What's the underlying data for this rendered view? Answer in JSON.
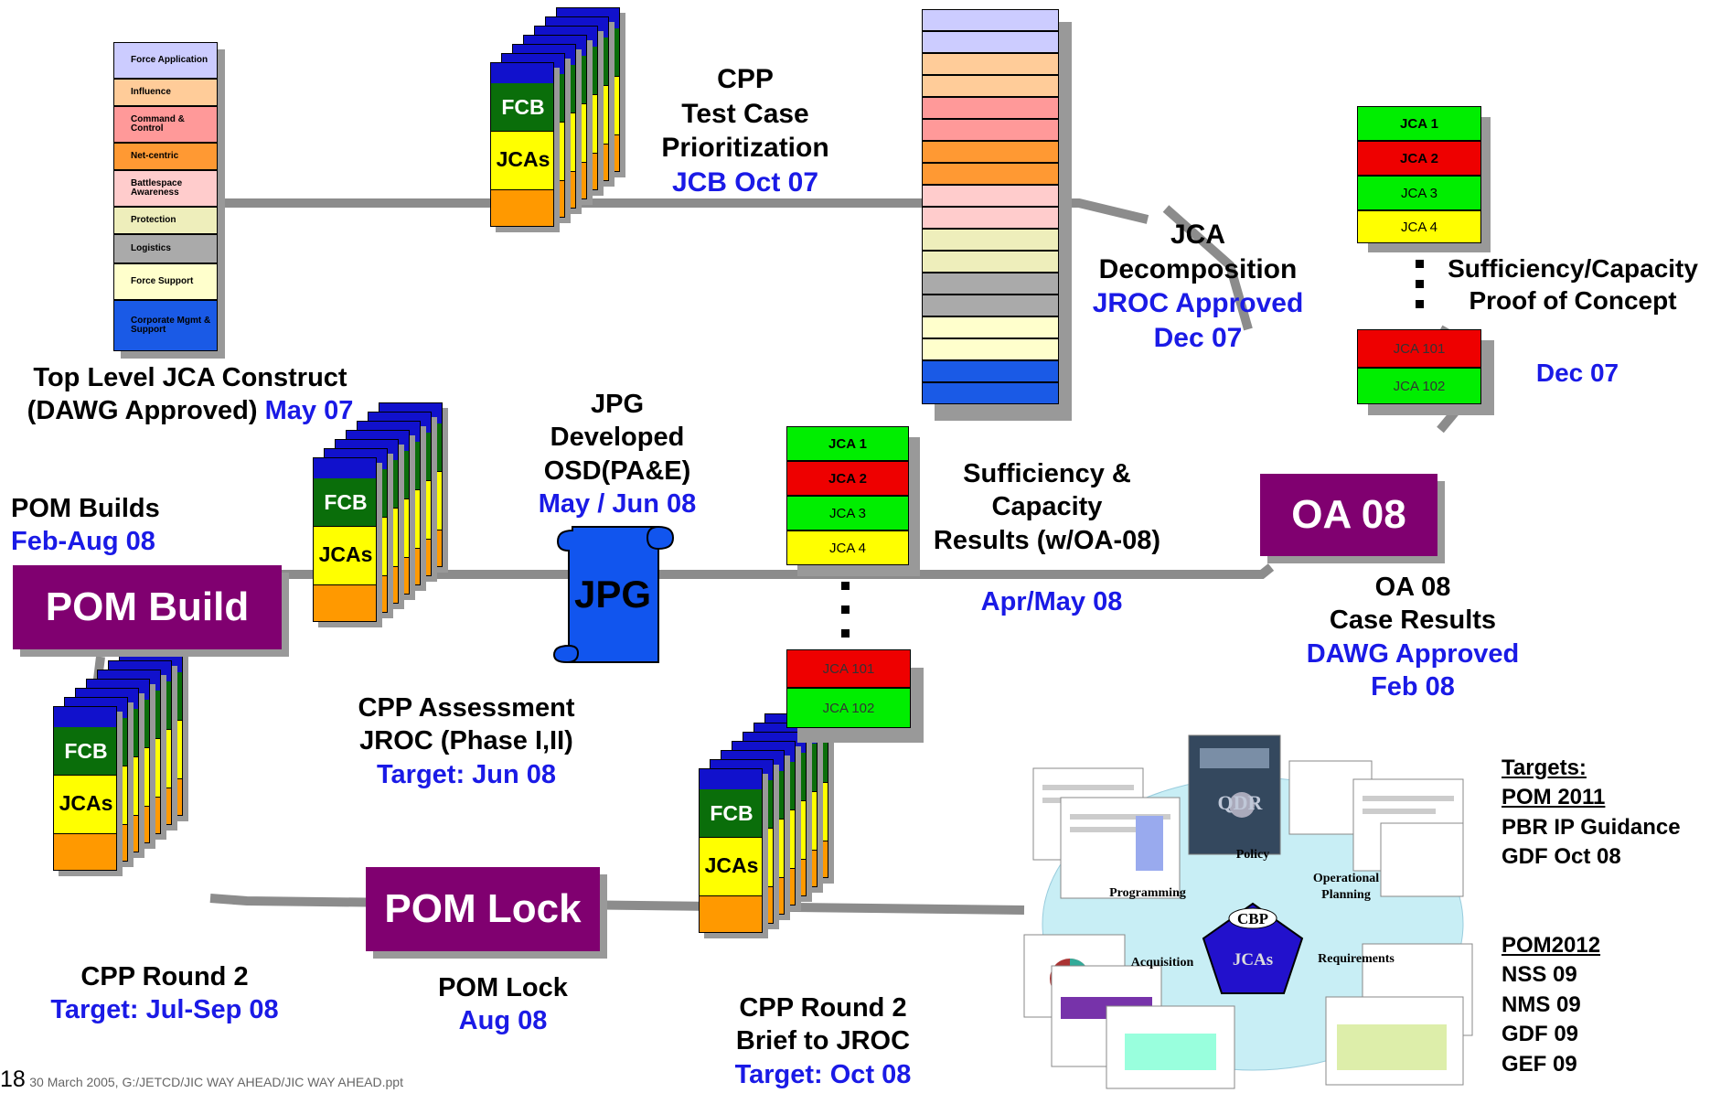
{
  "colors": {
    "blue_text": "#1a1ae6",
    "pill": "#800070",
    "line": "#8c8c8c",
    "fcb_green": "#0a6e0a",
    "jca_yellow": "#ffff00",
    "stack_blue": "#1111cc",
    "stack_orange": "#ff9900"
  },
  "top_level": {
    "items": [
      "Force Application",
      "Influence",
      "Command & Control",
      "Net-centric",
      "Battlespace Awareness",
      "Protection",
      "Logistics",
      "Force Support",
      "Corporate Mgmt & Support"
    ],
    "caption_line1": "Top Level JCA Construct",
    "caption_line2": "(DAWG Approved)",
    "caption_date": "May 07"
  },
  "cpp_test": {
    "l1": "CPP",
    "l2": "Test Case",
    "l3": "Prioritization",
    "date": "JCB Oct 07"
  },
  "stack_labels": {
    "fcb": "FCB",
    "jcas": "JCAs"
  },
  "jca_decomp": {
    "l1": "JCA",
    "l2": "Decomposition",
    "date1": "JROC Approved",
    "date2": "Dec 07"
  },
  "jca_list_top": {
    "items": [
      "JCA 1",
      "JCA 2",
      "JCA 3",
      "JCA 4"
    ],
    "bottom": [
      "JCA 101",
      "JCA 102"
    ]
  },
  "sufficiency_poc": {
    "l1": "Sufficiency/Capacity",
    "l2": "Proof of Concept",
    "date": "Dec 07"
  },
  "jpg": {
    "l1": "JPG",
    "l2": "Developed",
    "l3": "OSD(PA&E)",
    "date": "May / Jun 08",
    "scroll": "JPG"
  },
  "jca_list_mid": {
    "items": [
      "JCA 1",
      "JCA 2",
      "JCA 3",
      "JCA 4"
    ],
    "bottom": [
      "JCA 101",
      "JCA 102"
    ]
  },
  "sufficiency_results": {
    "l1": "Sufficiency &",
    "l2": "Capacity",
    "l3": "Results (w/OA-08)",
    "date": "Apr/May 08"
  },
  "oa08": {
    "pill": "OA 08",
    "l1": "OA 08",
    "l2": "Case Results",
    "date1": "DAWG Approved",
    "date2": "Feb 08"
  },
  "pom_builds": {
    "l1": "POM Builds",
    "date": "Feb-Aug 08",
    "pill": "POM Build"
  },
  "cpp_assessment": {
    "l1": "CPP Assessment",
    "l2": "JROC (Phase I,II)",
    "date": "Target:  Jun 08"
  },
  "cpp_round2_left": {
    "l1": "CPP Round 2",
    "date": "Target:  Jul-Sep 08"
  },
  "pom_lock": {
    "pill": "POM Lock",
    "l1": "POM Lock",
    "date": "Aug 08"
  },
  "cpp_round2_brief": {
    "l1": "CPP Round 2",
    "l2": "Brief to JROC",
    "date": "Target:  Oct 08"
  },
  "cbp": {
    "center": "CBP",
    "jcas": "JCAs",
    "policy": "Policy",
    "operational": "Operational",
    "planning": "Planning",
    "programming": "Programming",
    "acquisition": "Acquisition",
    "requirements": "Requirements",
    "qdr": "QDR"
  },
  "targets": {
    "head": "Targets:",
    "pom2011": "POM 2011",
    "t1": "PBR IP Guidance",
    "t2": "GDF Oct 08",
    "pom2012": "POM2012",
    "t3": "NSS 09",
    "t4": "NMS 09",
    "t5": "GDF 09",
    "t6": "GEF 09"
  },
  "footer": {
    "page": "18",
    "path": "30 March 2005, G:/JETCD/JIC WAY AHEAD/JIC WAY AHEAD.ppt"
  }
}
